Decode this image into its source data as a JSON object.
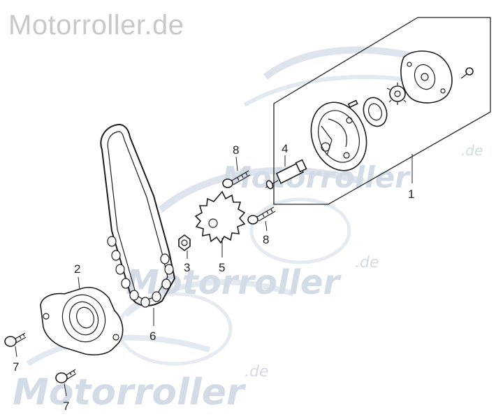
{
  "watermark": {
    "header": "Motorroller.de",
    "logo_main": "Motorroller",
    "logo_suffix": ".de"
  },
  "callouts": {
    "p1": "1",
    "p2": "2",
    "p3": "3",
    "p4": "4",
    "p5": "5",
    "p6": "6",
    "p7a": "7",
    "p7b": "7",
    "p8a": "8",
    "p8b": "8"
  },
  "colors": {
    "line": "#1c1c1c",
    "watermark": "#d3dbe6",
    "header_watermark": "#c8c8c8"
  }
}
